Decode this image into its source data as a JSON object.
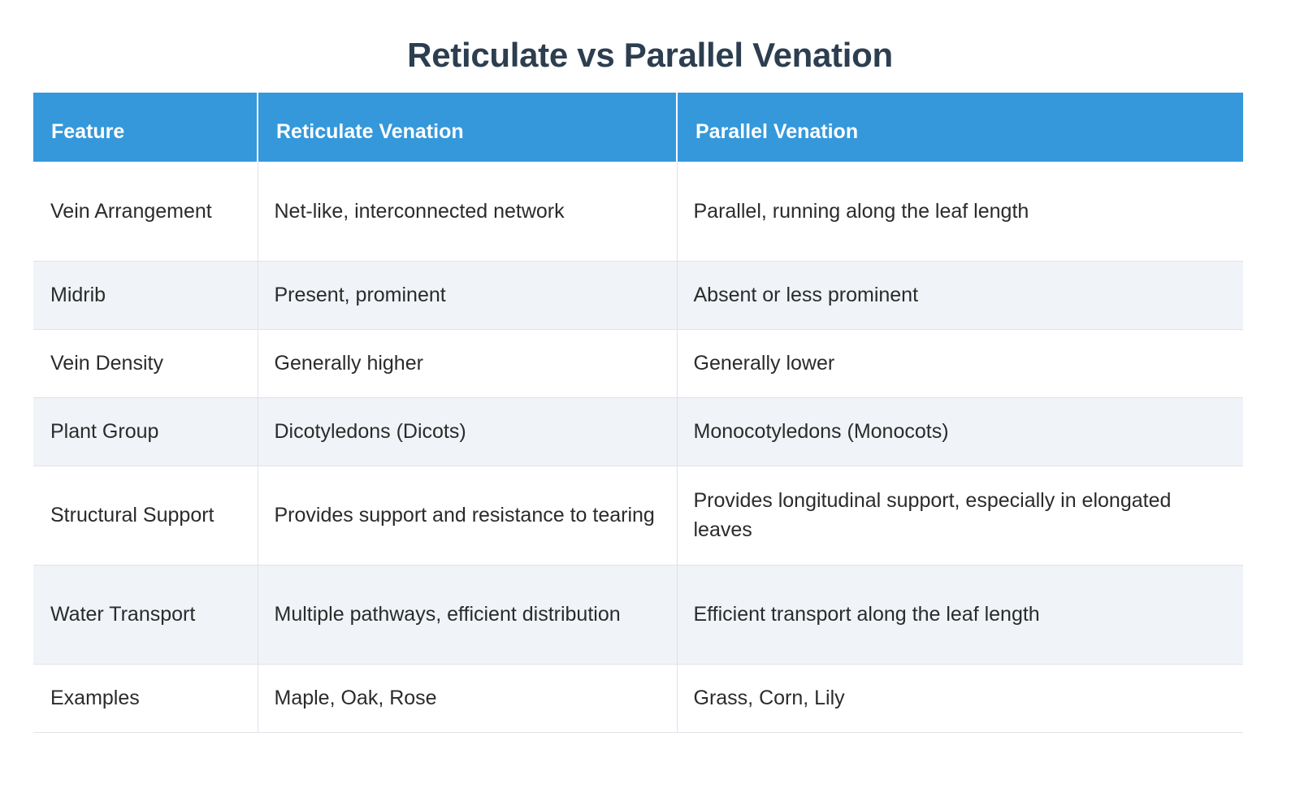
{
  "page": {
    "title": "Reticulate vs Parallel Venation",
    "background_color": "#ffffff",
    "title_color": "#2c3e50"
  },
  "table": {
    "header_bg": "#3498db",
    "header_text_color": "#ffffff",
    "stripe_color": "#f0f4f8",
    "border_color": "#dfe3e8",
    "columns": [
      "Feature",
      "Reticulate Venation",
      "Parallel Venation"
    ],
    "rows": [
      {
        "feature": "Vein Arrangement",
        "reticulate": "Net-like, interconnected network",
        "parallel": "Parallel, running along the leaf length"
      },
      {
        "feature": "Midrib",
        "reticulate": "Present, prominent",
        "parallel": "Absent or less prominent"
      },
      {
        "feature": "Vein Density",
        "reticulate": "Generally higher",
        "parallel": "Generally lower"
      },
      {
        "feature": "Plant Group",
        "reticulate": "Dicotyledons (Dicots)",
        "parallel": "Monocotyledons (Monocots)"
      },
      {
        "feature": "Structural Support",
        "reticulate": "Provides support and resistance to tearing",
        "parallel": "Provides longitudinal support, especially in elongated leaves"
      },
      {
        "feature": "Water Transport",
        "reticulate": "Multiple pathways, efficient distribution",
        "parallel": "Efficient transport along the leaf length"
      },
      {
        "feature": "Examples",
        "reticulate": "Maple, Oak, Rose",
        "parallel": "Grass, Corn, Lily"
      }
    ]
  }
}
